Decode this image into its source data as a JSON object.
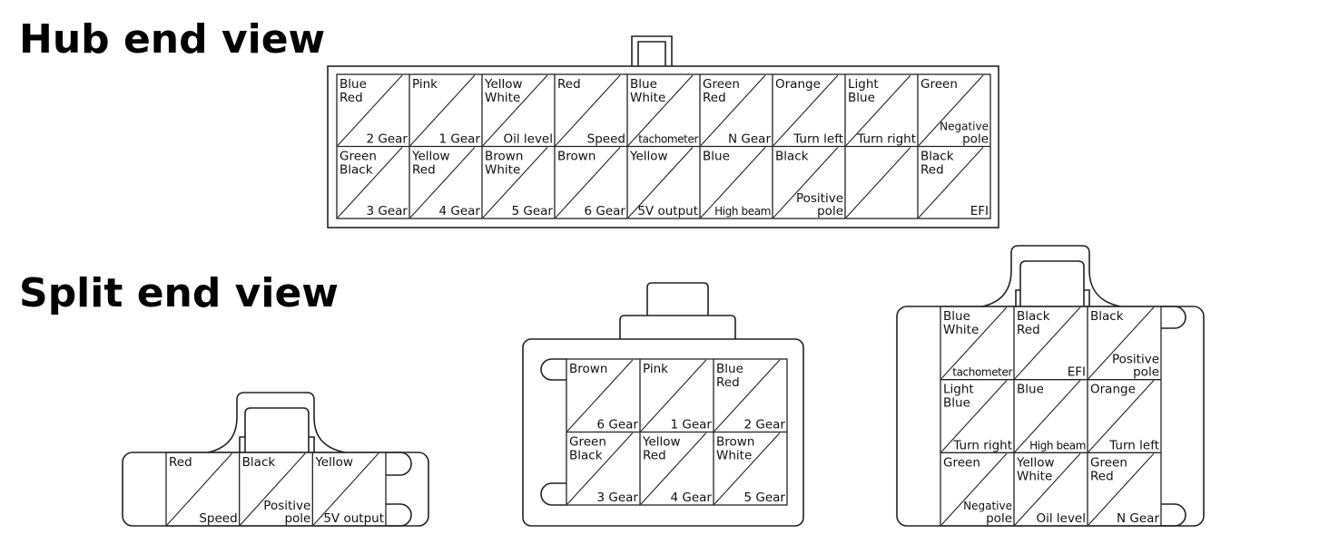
{
  "titles": {
    "hub": "Hub end view",
    "split": "Split end view"
  },
  "hub_connector": {
    "name": "hub-end-connector",
    "rows": 2,
    "cols": 9,
    "cells": [
      {
        "color": [
          "Blue",
          "Red"
        ],
        "function": [
          "2 Gear"
        ]
      },
      {
        "color": [
          "Pink"
        ],
        "function": [
          "1 Gear"
        ]
      },
      {
        "color": [
          "Yellow",
          "White"
        ],
        "function": [
          "Oil level"
        ]
      },
      {
        "color": [
          "Red"
        ],
        "function": [
          "Speed"
        ]
      },
      {
        "color": [
          "Blue",
          "White"
        ],
        "function": [
          "tachometer"
        ]
      },
      {
        "color": [
          "Green",
          "Red"
        ],
        "function": [
          "N Gear"
        ]
      },
      {
        "color": [
          "Orange"
        ],
        "function": [
          "Turn left"
        ]
      },
      {
        "color": [
          "Light",
          "Blue"
        ],
        "function": [
          "Turn right"
        ]
      },
      {
        "color": [
          "Green"
        ],
        "function": [
          "Negative",
          "pole"
        ]
      },
      {
        "color": [
          "Green",
          "Black"
        ],
        "function": [
          "3 Gear"
        ]
      },
      {
        "color": [
          "Yellow",
          "Red"
        ],
        "function": [
          "4 Gear"
        ]
      },
      {
        "color": [
          "Brown",
          "White"
        ],
        "function": [
          "5 Gear"
        ]
      },
      {
        "color": [
          "Brown"
        ],
        "function": [
          "6 Gear"
        ]
      },
      {
        "color": [
          "Yellow"
        ],
        "function": [
          "5V output"
        ]
      },
      {
        "color": [
          "Blue"
        ],
        "function": [
          "High beam"
        ]
      },
      {
        "color": [
          "Black"
        ],
        "function": [
          "Positive",
          "pole"
        ]
      },
      {
        "color": [],
        "function": []
      },
      {
        "color": [
          "Black",
          "Red"
        ],
        "function": [
          "EFI"
        ]
      }
    ]
  },
  "split_connectors": [
    {
      "name": "split-connector-3pin",
      "rows": 1,
      "cols": 3,
      "cells": [
        {
          "color": [
            "Red"
          ],
          "function": [
            "Speed"
          ]
        },
        {
          "color": [
            "Black"
          ],
          "function": [
            "Positive",
            "pole"
          ]
        },
        {
          "color": [
            "Yellow"
          ],
          "function": [
            "5V output"
          ]
        }
      ]
    },
    {
      "name": "split-connector-6pin",
      "rows": 2,
      "cols": 3,
      "cells": [
        {
          "color": [
            "Brown"
          ],
          "function": [
            "6 Gear"
          ]
        },
        {
          "color": [
            "Pink"
          ],
          "function": [
            "1 Gear"
          ]
        },
        {
          "color": [
            "Blue",
            "Red"
          ],
          "function": [
            "2 Gear"
          ]
        },
        {
          "color": [
            "Green",
            "Black"
          ],
          "function": [
            "3 Gear"
          ]
        },
        {
          "color": [
            "Yellow",
            "Red"
          ],
          "function": [
            "4 Gear"
          ]
        },
        {
          "color": [
            "Brown",
            "White"
          ],
          "function": [
            "5 Gear"
          ]
        }
      ]
    },
    {
      "name": "split-connector-9pin",
      "rows": 3,
      "cols": 3,
      "cells": [
        {
          "color": [
            "Blue",
            "White"
          ],
          "function": [
            "tachometer"
          ]
        },
        {
          "color": [
            "Black",
            "Red"
          ],
          "function": [
            "EFI"
          ]
        },
        {
          "color": [
            "Black"
          ],
          "function": [
            "Positive",
            "pole"
          ]
        },
        {
          "color": [
            "Light",
            "Blue"
          ],
          "function": [
            "Turn right"
          ]
        },
        {
          "color": [
            "Blue"
          ],
          "function": [
            "High beam"
          ]
        },
        {
          "color": [
            "Orange"
          ],
          "function": [
            "Turn left"
          ]
        },
        {
          "color": [
            "Green"
          ],
          "function": [
            "Negative",
            "pole"
          ]
        },
        {
          "color": [
            "Yellow",
            "White"
          ],
          "function": [
            "Oil level"
          ]
        },
        {
          "color": [
            "Green",
            "Red"
          ],
          "function": [
            "N Gear"
          ]
        }
      ]
    }
  ]
}
